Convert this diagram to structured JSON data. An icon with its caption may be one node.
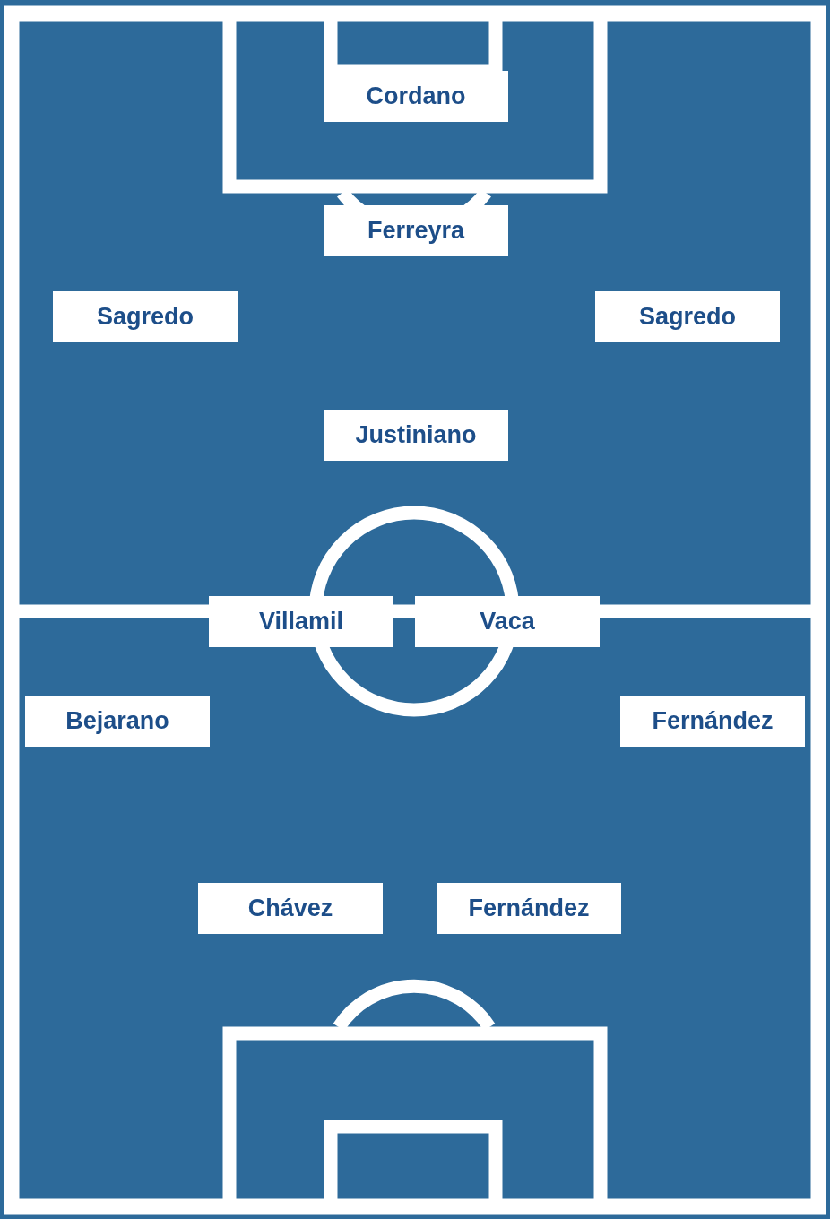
{
  "diagram": {
    "nodes": [
      {
        "text": [
          "Cordano"
        ]
      },
      {
        "text": [
          "Ferreyra"
        ]
      },
      {
        "text": [
          "Sagredo"
        ]
      },
      {
        "text": [
          "Sagredo"
        ]
      },
      {
        "text": [
          "Justiniano"
        ]
      },
      {
        "text": [
          "Villamil"
        ]
      },
      {
        "text": [
          "Vaca"
        ]
      },
      {
        "text": [
          "Bejarano"
        ]
      },
      {
        "text": [
          "Fernández"
        ]
      },
      {
        "text": [
          "Chávez"
        ]
      },
      {
        "text": [
          "Fernández"
        ]
      }
    ]
  }
}
